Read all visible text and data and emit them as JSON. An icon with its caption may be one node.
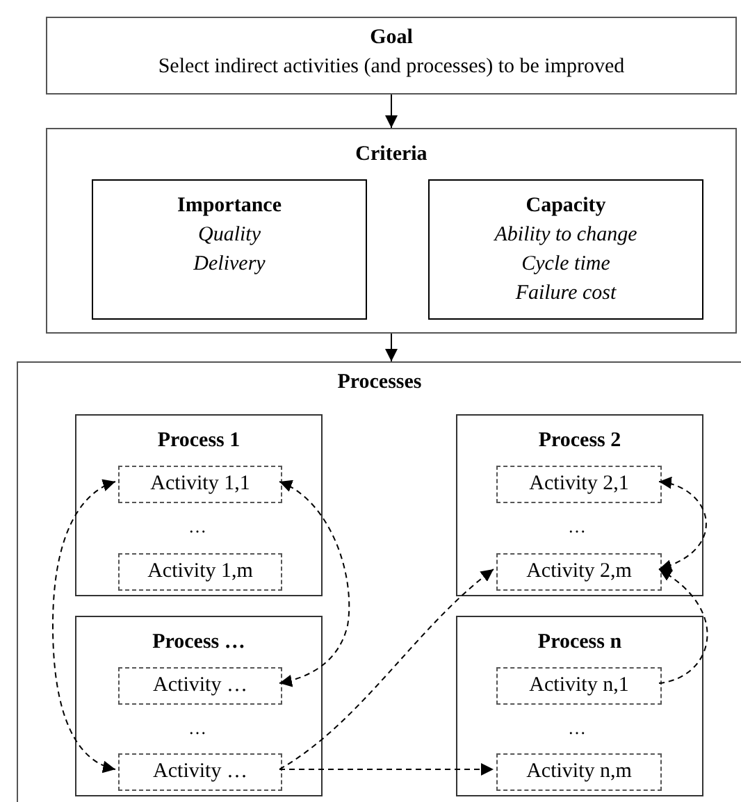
{
  "diagram": {
    "nodes": [
      {
        "text": [
          "Goal",
          "Select indirect activities (and processes) to be improved"
        ]
      },
      {
        "text": [
          "Criteria"
        ]
      },
      {
        "text": [
          "Importance",
          "Quality",
          "Delivery"
        ],
        "in": 1
      },
      {
        "text": [
          "Capacity",
          "Ability to change",
          "Cycle time",
          "Failure cost"
        ],
        "in": 1
      },
      {
        "text": [
          "Processes"
        ]
      },
      {
        "text": [
          "Process 1"
        ],
        "in": 4
      },
      {
        "text": [
          "Activity 1,1"
        ],
        "in": 5
      },
      {
        "text": [
          "Activity 1,m"
        ],
        "in": 5
      },
      {
        "text": [
          "Process 2"
        ],
        "in": 4
      },
      {
        "text": [
          "Activity 2,1"
        ],
        "in": 8
      },
      {
        "text": [
          "Activity 2,m"
        ],
        "in": 8
      },
      {
        "text": [
          "Process …"
        ],
        "in": 4
      },
      {
        "text": [
          "Activity …"
        ],
        "in": 11
      },
      {
        "text": [
          "Activity …"
        ],
        "in": 11
      },
      {
        "text": [
          "Process n"
        ],
        "in": 4
      },
      {
        "text": [
          "Activity n,1"
        ],
        "in": 14
      },
      {
        "text": [
          "Activity n,m"
        ],
        "in": 14
      }
    ],
    "edges": [
      {
        "from": 0,
        "to": 1,
        "arrow": "to"
      },
      {
        "from": 1,
        "to": 4,
        "arrow": "to"
      },
      {
        "from": 6,
        "to": 13,
        "arrow": "both",
        "style": "dashed"
      },
      {
        "from": 6,
        "to": 12,
        "arrow": "both",
        "style": "dashed"
      },
      {
        "from": 13,
        "to": 10,
        "arrow": "to",
        "style": "dashed"
      },
      {
        "from": 13,
        "to": 16,
        "arrow": "to",
        "style": "dashed"
      },
      {
        "from": 9,
        "to": 10,
        "arrow": "both",
        "style": "dashed"
      },
      {
        "from": 15,
        "to": 10,
        "arrow": "to",
        "style": "dashed"
      }
    ],
    "labels": [
      "…",
      "…",
      "…",
      "…"
    ]
  }
}
